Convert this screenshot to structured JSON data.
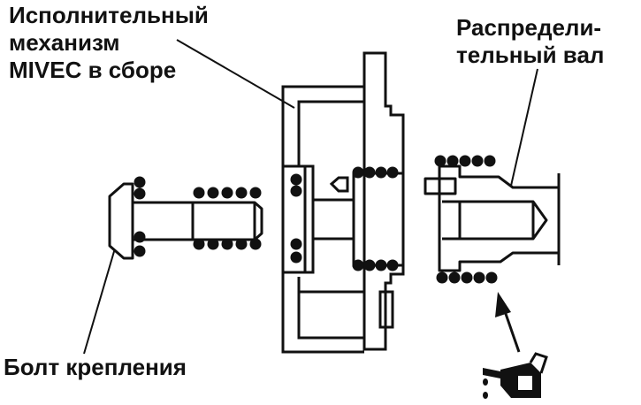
{
  "labels": {
    "actuator": [
      "Исполнительный",
      "механизм",
      "MIVEC в сборе"
    ],
    "camshaft": [
      "Распредели-",
      "тельный вал"
    ],
    "bolt": [
      "Болт крепления"
    ]
  },
  "icons": {
    "oil_can": "oil-can-icon",
    "oil_flow_arrow": "arrow-up-icon"
  },
  "colors": {
    "ink": "#111111",
    "background": "#ffffff"
  }
}
